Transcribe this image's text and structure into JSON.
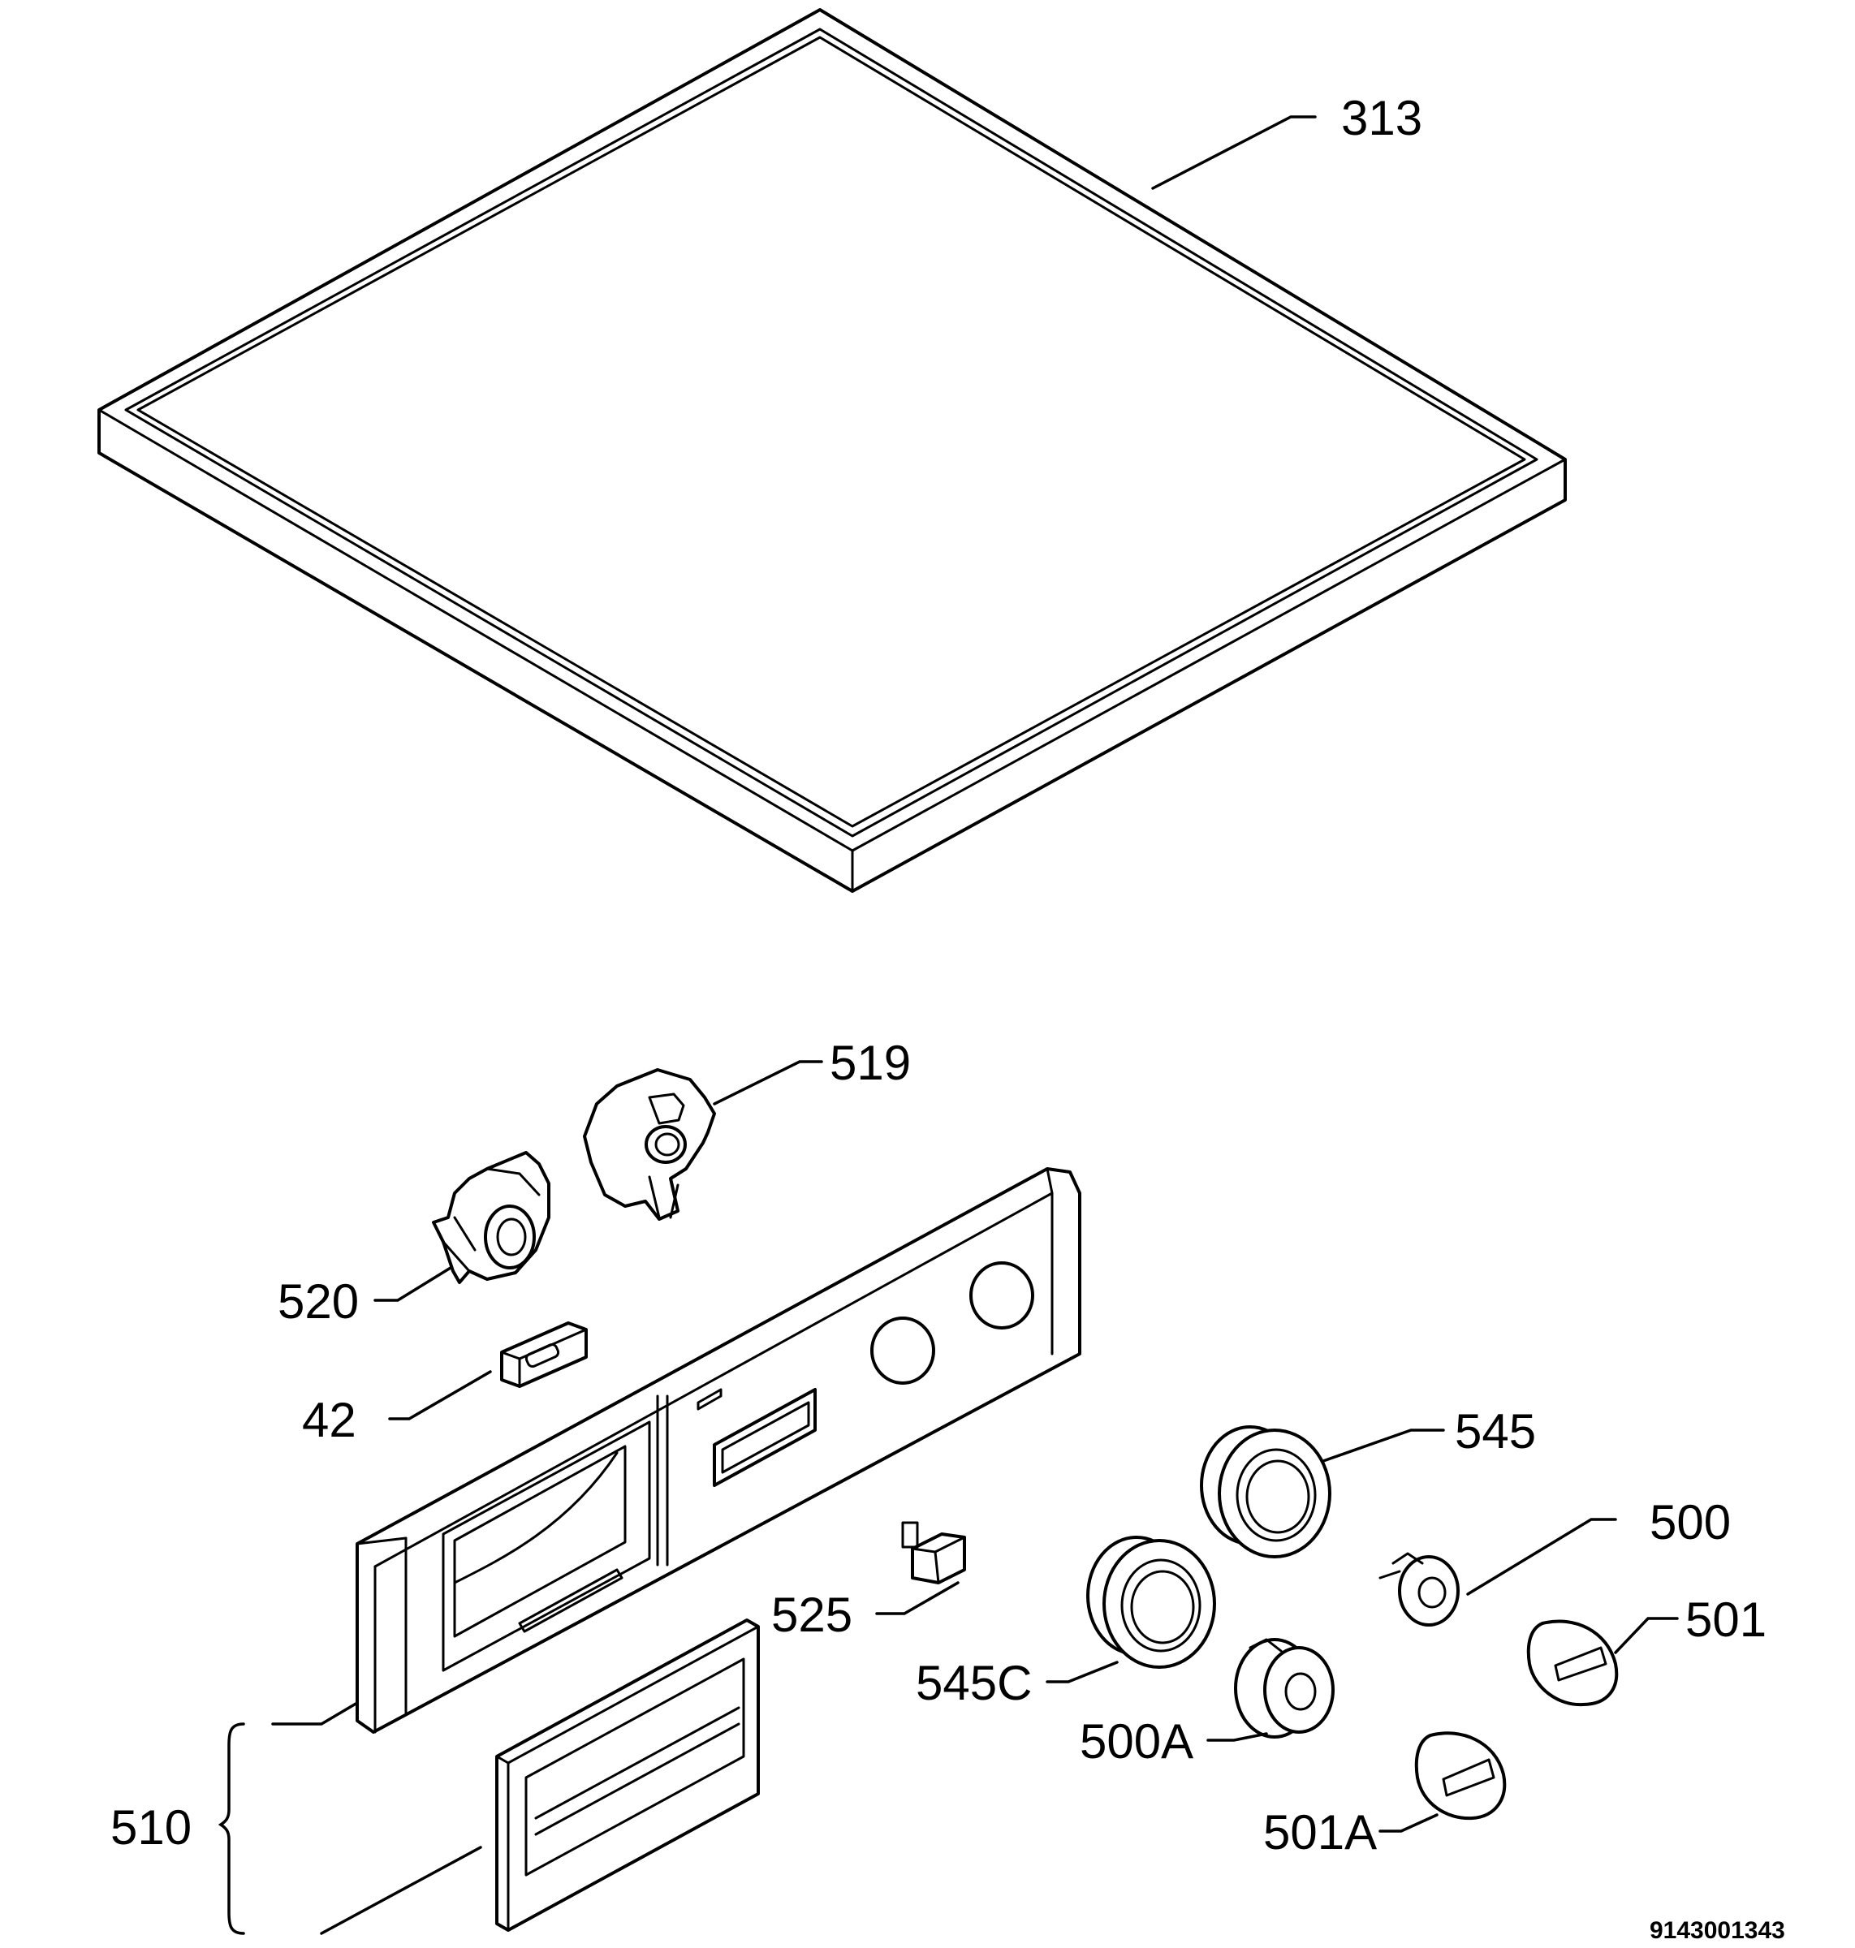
{
  "diagram": {
    "labels": {
      "p313": "313",
      "p519": "519",
      "p520": "520",
      "p42": "42",
      "p545": "545",
      "p500": "500",
      "p525": "525",
      "p501": "501",
      "p545c": "545C",
      "p500a": "500A",
      "p501a": "501A",
      "p510": "510"
    },
    "document_number": "9143001343"
  }
}
